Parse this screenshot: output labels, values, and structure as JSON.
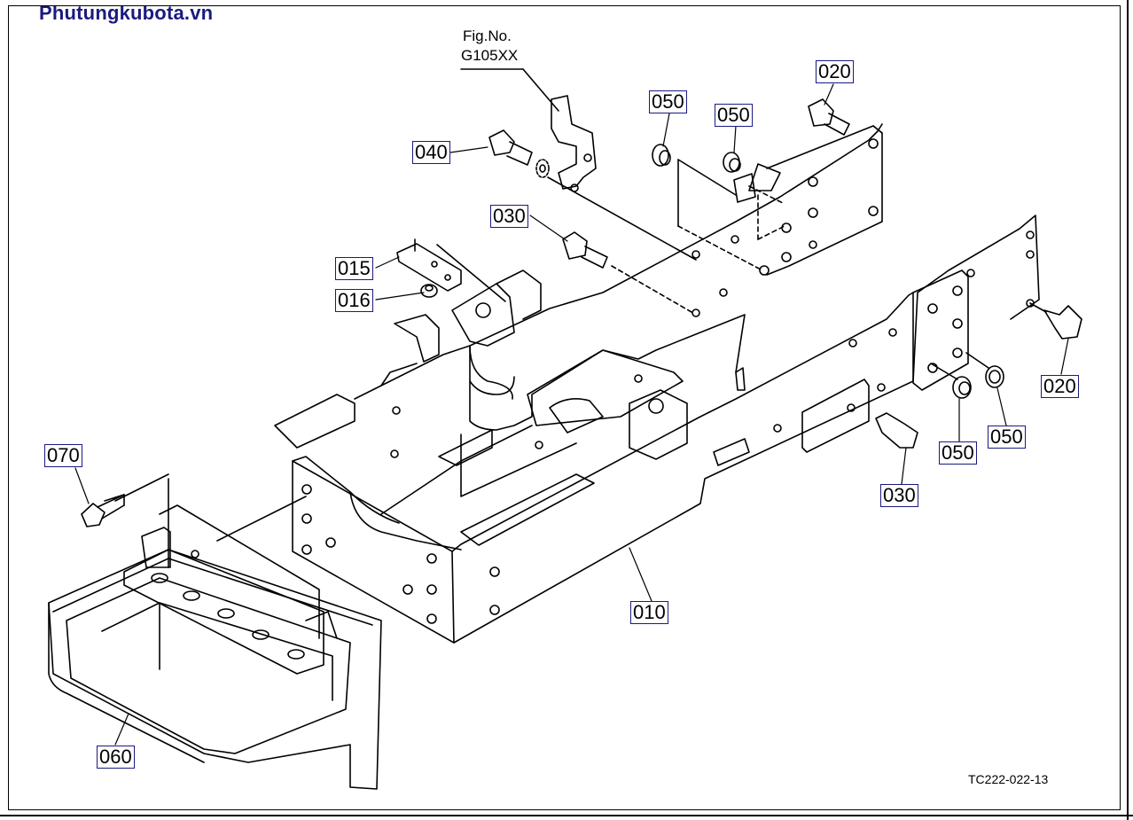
{
  "site": {
    "watermark": "Phutungkubota.vn"
  },
  "figure_reference": {
    "line1": "Fig.No.",
    "line2": "G105XX"
  },
  "drawing_number": "TC222-022-13",
  "callouts": {
    "c010": "010",
    "c015": "015",
    "c016": "016",
    "c020a": "020",
    "c020b": "020",
    "c030a": "030",
    "c030b": "030",
    "c040": "040",
    "c050a": "050",
    "c050b": "050",
    "c050c": "050",
    "c050d": "050",
    "c060": "060",
    "c070": "070"
  },
  "colors": {
    "callout_border": "#1a1a80",
    "watermark": "#1a1a80",
    "line": "#000000"
  }
}
